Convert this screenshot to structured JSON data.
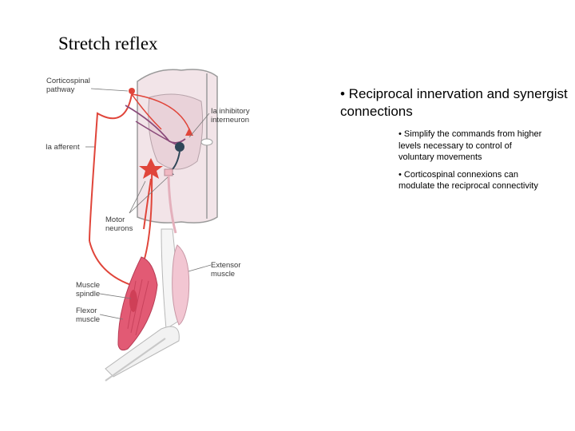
{
  "slide": {
    "title": "Stretch reflex"
  },
  "figure": {
    "labels": {
      "corticospinal": "Corticospinal\npathway",
      "ia_inhibitory": "Ia inhibitory\ninterneuron",
      "ia_afferent": "Ia afferent",
      "motor_neurons": "Motor\nneurons",
      "extensor_muscle": "Extensor\nmuscle",
      "muscle_spindle": "Muscle\nspindle",
      "flexor_muscle": "Flexor\nmuscle"
    },
    "colors": {
      "spinal_gray": "#f2e4e8",
      "outline": "#9a9a9a",
      "red_pathway": "#e0453a",
      "purple_fiber": "#8a4a7a",
      "interneuron": "#2f4658",
      "flexor": "#e25a74",
      "extensor": "#f2c6d2"
    }
  },
  "bullets": {
    "main": "• Reciprocal innervation and synergist connections",
    "sub": [
      "• Simplify the commands from higher levels necessary to control of voluntary movements",
      "• Corticospinal connexions can modulate the reciprocal connectivity"
    ]
  }
}
